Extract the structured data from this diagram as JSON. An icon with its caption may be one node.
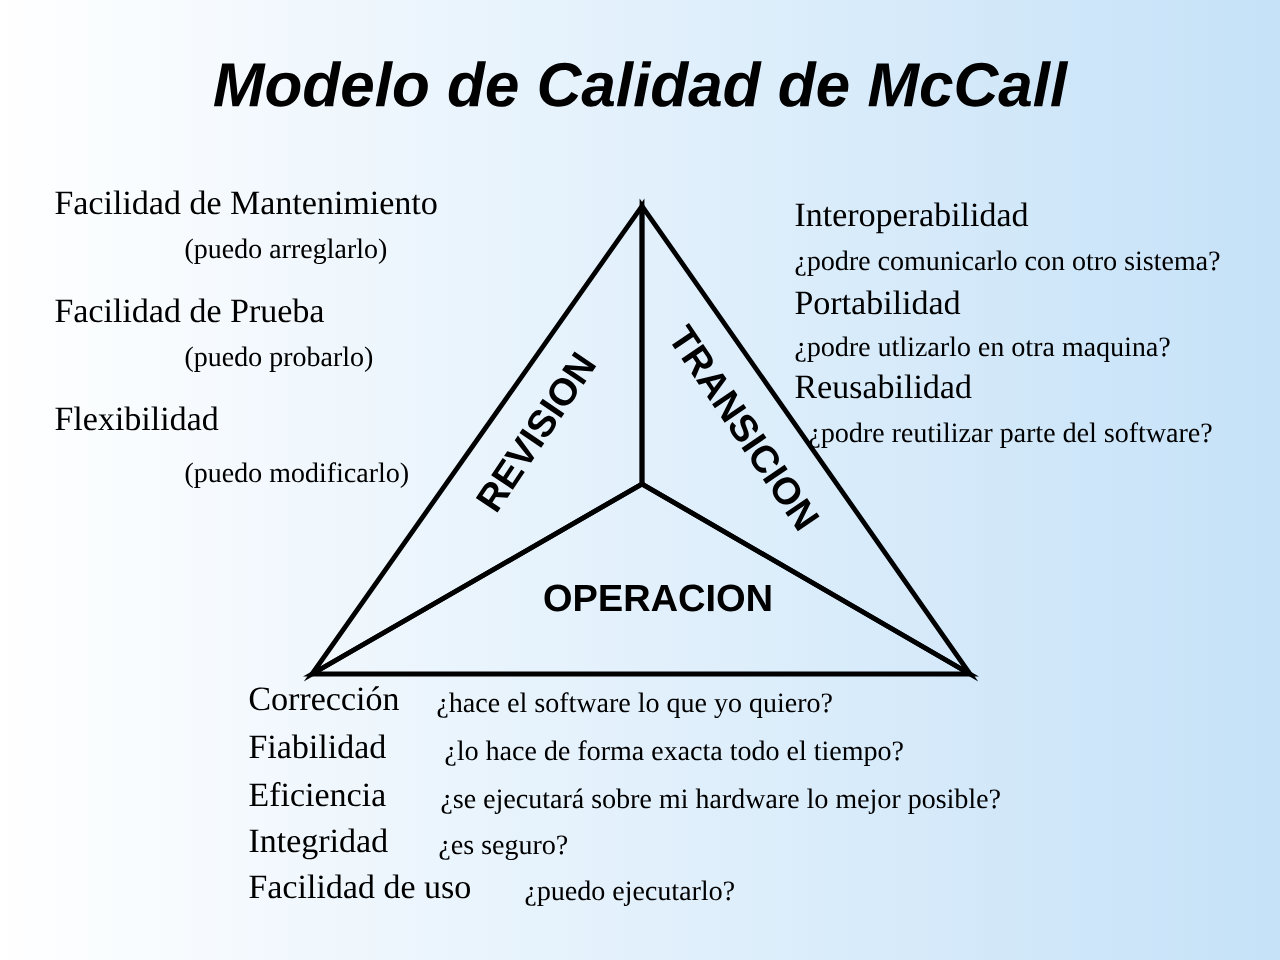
{
  "diagram": {
    "title": "Modelo de Calidad de McCall",
    "nodes": [
      {
        "text": [
          "REVISION"
        ]
      },
      {
        "text": [
          "TRANSICION"
        ]
      },
      {
        "text": [
          "OPERACION"
        ]
      }
    ],
    "labels": [
      "Facilidad de Mantenimiento",
      "(puedo arreglarlo)",
      "Facilidad de Prueba",
      "(puedo probarlo)",
      "Flexibilidad",
      "(puedo modificarlo)",
      "Interoperabilidad",
      "¿podre comunicarlo con otro sistema?",
      "Portabilidad",
      "¿podre utlizarlo en otra maquina?",
      "Reusabilidad",
      "¿podre reutilizar parte del software?",
      "Corrección",
      "¿hace el software lo que yo quiero?",
      "Fiabilidad",
      "¿lo hace de forma exacta todo el tiempo?",
      "Eficiencia",
      "¿se ejecutará sobre mi hardware lo mejor posible?",
      "Integridad",
      "¿es seguro?",
      "Facilidad de uso",
      "¿puedo ejecutarlo?"
    ]
  }
}
